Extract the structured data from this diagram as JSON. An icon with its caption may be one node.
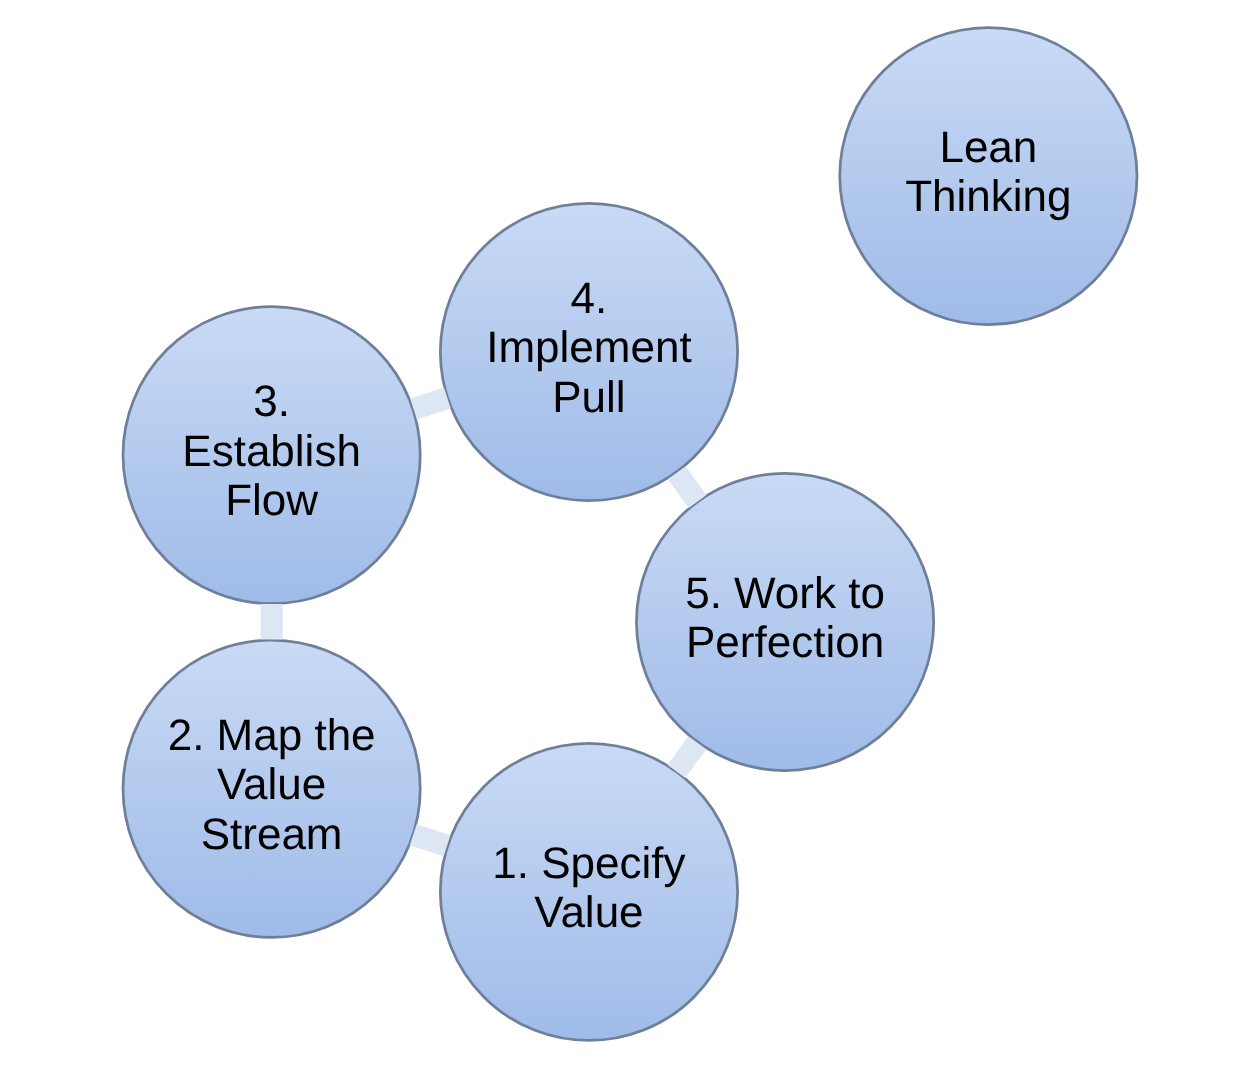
{
  "diagram": {
    "nodes": [
      {
        "text": [
          "Lean Thinking"
        ]
      },
      {
        "text": [
          "1. Specify Value"
        ]
      },
      {
        "text": [
          "2. Map the Value Stream"
        ]
      },
      {
        "text": [
          "3. Establish Flow"
        ]
      },
      {
        "text": [
          "4. Implement Pull"
        ]
      },
      {
        "text": [
          "5. Work to Perfection"
        ]
      }
    ],
    "edges": [
      {
        "from": 1,
        "to": 2,
        "arrow": "none"
      },
      {
        "from": 2,
        "to": 3,
        "arrow": "none"
      },
      {
        "from": 3,
        "to": 4,
        "arrow": "none"
      },
      {
        "from": 4,
        "to": 5,
        "arrow": "none"
      },
      {
        "from": 5,
        "to": 1,
        "arrow": "none"
      }
    ]
  }
}
